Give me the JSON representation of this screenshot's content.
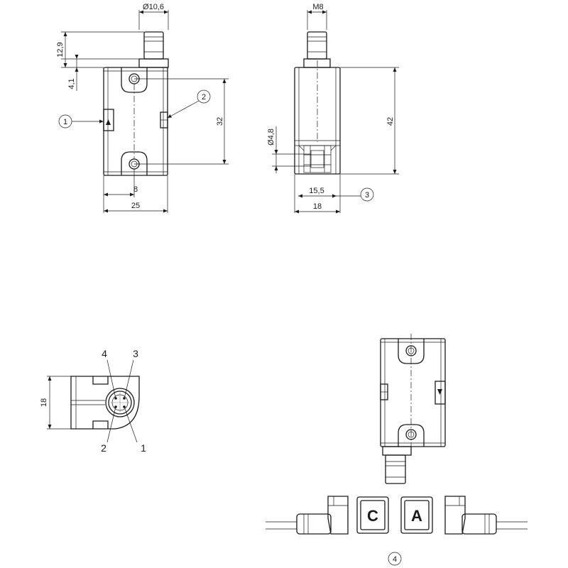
{
  "dimensions": {
    "front": {
      "connector_dia": "Ø10,6",
      "top": "12,9",
      "offset": "4,1",
      "hole_spacing": "32",
      "hole_offset": "8",
      "width": "25"
    },
    "side": {
      "thread": "M8",
      "height": "42",
      "hole_dia": "Ø4,8",
      "inner_width": "15,5",
      "width": "18"
    },
    "end": {
      "height": "18"
    }
  },
  "callouts": {
    "one": "1",
    "two": "2",
    "three": "3",
    "four": "4"
  },
  "pins": {
    "p1": "1",
    "p2": "2",
    "p3": "3",
    "p4": "4"
  },
  "actuator_labels": {
    "c": "C",
    "a": "A"
  },
  "colors": {
    "line": "#1a1a1a",
    "background": "#ffffff"
  }
}
